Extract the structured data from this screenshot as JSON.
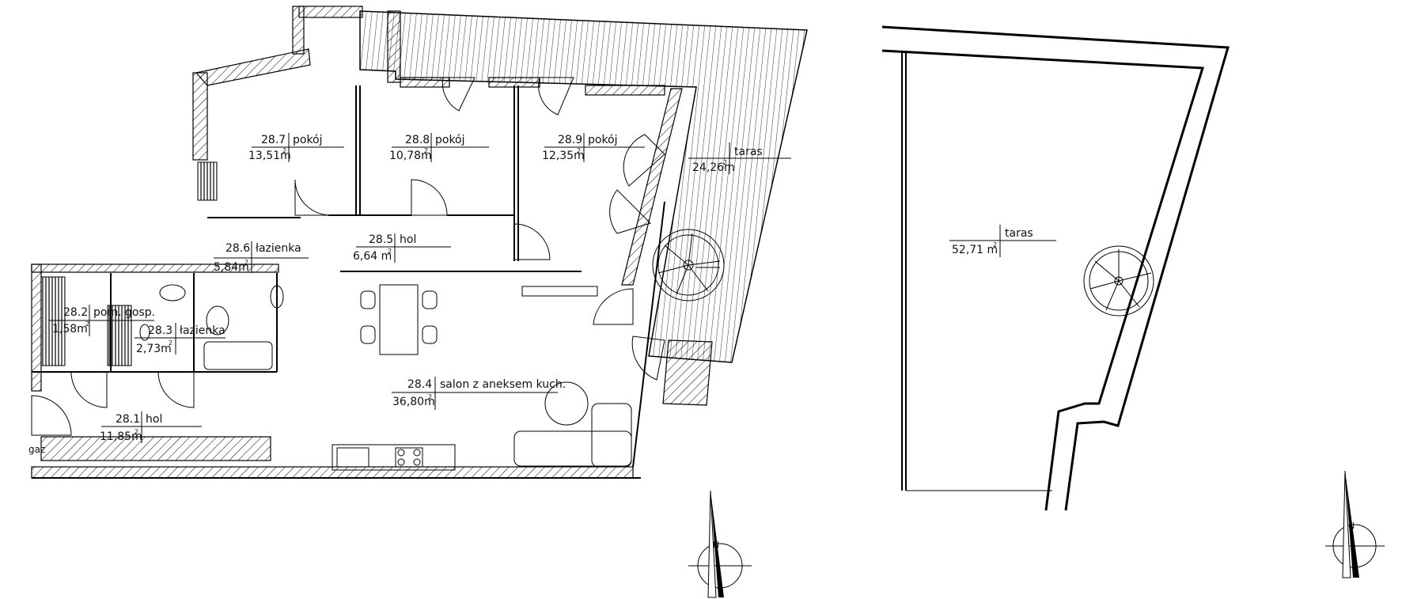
{
  "units": [
    {
      "id": "28.7",
      "name": "pokój",
      "area": "13,51m",
      "sup": "2"
    },
    {
      "id": "28.8",
      "name": "pokój",
      "area": "10,78m",
      "sup": "2"
    },
    {
      "id": "28.9",
      "name": "pokój",
      "area": "12,35m",
      "sup": "2"
    },
    {
      "id": "",
      "name": "taras",
      "area": "24,26m",
      "sup": "2"
    },
    {
      "id": "28.6",
      "name": "łazienka",
      "area": "5,84m",
      "sup": "2"
    },
    {
      "id": "28.5",
      "name": "hol",
      "area": "6,64 m",
      "sup": "2"
    },
    {
      "id": "28.2",
      "name": "pom. gosp.",
      "area": "1,58m",
      "sup": "2"
    },
    {
      "id": "28.3",
      "name": "łazienka",
      "area": "2,73m",
      "sup": "2"
    },
    {
      "id": "28.4",
      "name": "salon z aneksem kuch.",
      "area": "36,80m",
      "sup": "2"
    },
    {
      "id": "28.1",
      "name": "hol",
      "area": "11,85m",
      "sup": "2"
    }
  ],
  "upper_terrace": {
    "name": "taras",
    "area": "52,71 m",
    "sup": "2"
  },
  "misc": {
    "gas_label": "gaz"
  },
  "north_symbol": {
    "letter": "N"
  }
}
